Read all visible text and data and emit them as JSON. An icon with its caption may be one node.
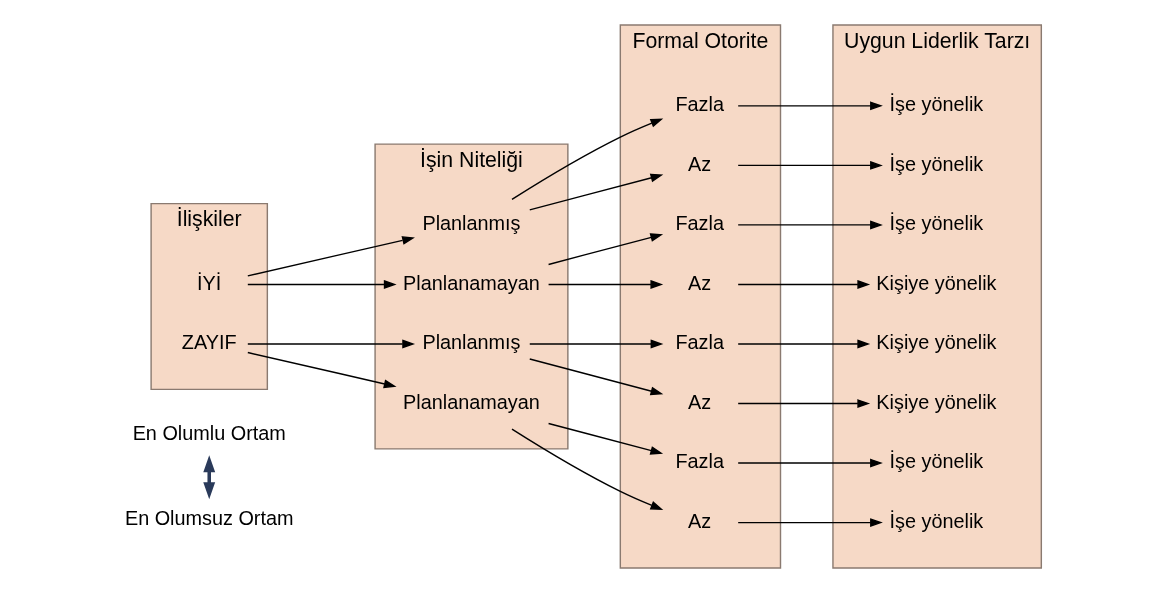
{
  "diagram": {
    "nodes": [
      {
        "text": [
          "En Olumlu Ortam"
        ]
      },
      {
        "text": [
          "En Olumsuz Ortam"
        ]
      },
      {
        "text": [
          "İlişkiler"
        ]
      },
      {
        "text": [
          "İYİ"
        ],
        "in": 2
      },
      {
        "text": [
          "ZAYIF"
        ],
        "in": 2
      },
      {
        "text": [
          "İşin Niteliği"
        ]
      },
      {
        "text": [
          "Planlanmış"
        ],
        "in": 5
      },
      {
        "text": [
          "Planlanamayan"
        ],
        "in": 5
      },
      {
        "text": [
          "Planlanmış"
        ],
        "in": 5
      },
      {
        "text": [
          "Planlanamayan"
        ],
        "in": 5
      },
      {
        "text": [
          "Formal Otorite"
        ]
      },
      {
        "text": [
          "Fazla"
        ],
        "in": 10
      },
      {
        "text": [
          "Az"
        ],
        "in": 10
      },
      {
        "text": [
          "Fazla"
        ],
        "in": 10
      },
      {
        "text": [
          "Az"
        ],
        "in": 10
      },
      {
        "text": [
          "Fazla"
        ],
        "in": 10
      },
      {
        "text": [
          "Az"
        ],
        "in": 10
      },
      {
        "text": [
          "Fazla"
        ],
        "in": 10
      },
      {
        "text": [
          "Az"
        ],
        "in": 10
      },
      {
        "text": [
          "Uygun Liderlik Tarzı"
        ]
      },
      {
        "text": [
          "İşe yönelik"
        ],
        "in": 19
      },
      {
        "text": [
          "İşe yönelik"
        ],
        "in": 19
      },
      {
        "text": [
          "İşe yönelik"
        ],
        "in": 19
      },
      {
        "text": [
          "Kişiye yönelik"
        ],
        "in": 19
      },
      {
        "text": [
          "Kişiye yönelik"
        ],
        "in": 19
      },
      {
        "text": [
          "Kişiye yönelik"
        ],
        "in": 19
      },
      {
        "text": [
          "İşe yönelik"
        ],
        "in": 19
      },
      {
        "text": [
          "İşe yönelik"
        ],
        "in": 19
      }
    ],
    "edges": [
      {
        "from": 0,
        "to": 1,
        "arrow": "both",
        "color": "#2a3a5a",
        "style": "thick"
      },
      {
        "from": 3,
        "to": 6,
        "arrow": "to"
      },
      {
        "from": 3,
        "to": 7,
        "arrow": "to"
      },
      {
        "from": 4,
        "to": 8,
        "arrow": "to"
      },
      {
        "from": 4,
        "to": 9,
        "arrow": "to"
      },
      {
        "from": 6,
        "to": 11,
        "arrow": "to"
      },
      {
        "from": 6,
        "to": 12,
        "arrow": "to"
      },
      {
        "from": 7,
        "to": 13,
        "arrow": "to"
      },
      {
        "from": 7,
        "to": 14,
        "arrow": "to"
      },
      {
        "from": 8,
        "to": 15,
        "arrow": "to"
      },
      {
        "from": 8,
        "to": 16,
        "arrow": "to"
      },
      {
        "from": 9,
        "to": 17,
        "arrow": "to"
      },
      {
        "from": 9,
        "to": 18,
        "arrow": "to"
      },
      {
        "from": 11,
        "to": 20,
        "arrow": "to"
      },
      {
        "from": 12,
        "to": 21,
        "arrow": "to"
      },
      {
        "from": 13,
        "to": 22,
        "arrow": "to"
      },
      {
        "from": 14,
        "to": 23,
        "arrow": "to"
      },
      {
        "from": 15,
        "to": 24,
        "arrow": "to"
      },
      {
        "from": 16,
        "to": 25,
        "arrow": "to"
      },
      {
        "from": 17,
        "to": 26,
        "arrow": "to"
      },
      {
        "from": 18,
        "to": 27,
        "arrow": "to"
      }
    ]
  }
}
